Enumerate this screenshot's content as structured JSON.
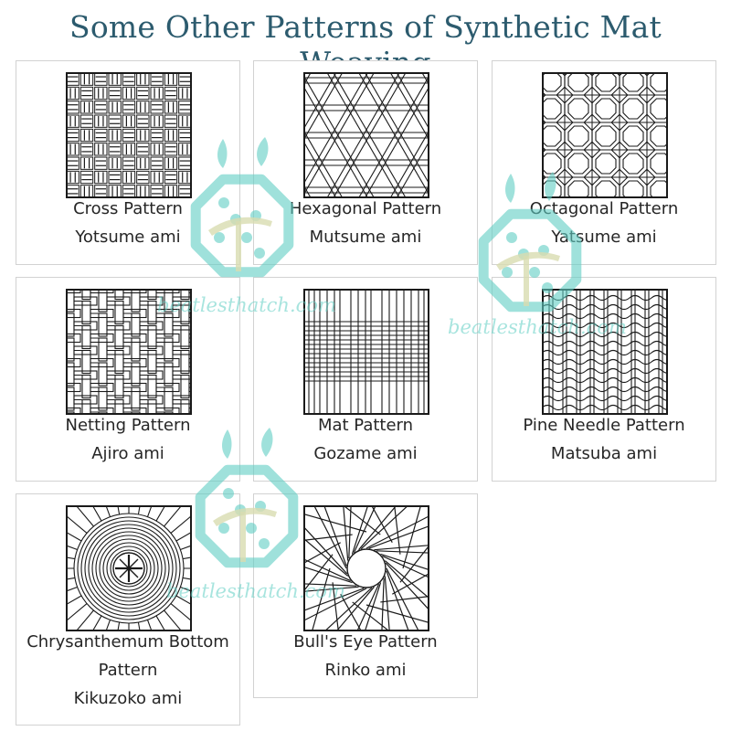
{
  "title": "Some Other Patterns of Synthetic Mat Weaving",
  "patterns": [
    {
      "name": "Cross Pattern",
      "japanese": "Yotsume ami",
      "icon": "cross-weave-pattern-icon"
    },
    {
      "name": "Hexagonal Pattern",
      "japanese": "Mutsume ami",
      "icon": "hexagonal-weave-pattern-icon"
    },
    {
      "name": "Octagonal Pattern",
      "japanese": "Yatsume ami",
      "icon": "octagonal-weave-pattern-icon"
    },
    {
      "name": "Netting Pattern",
      "japanese": "Ajiro ami",
      "icon": "netting-weave-pattern-icon"
    },
    {
      "name": "Mat Pattern",
      "japanese": "Gozame ami",
      "icon": "mat-weave-pattern-icon"
    },
    {
      "name": "Pine Needle Pattern",
      "japanese": "Matsuba ami",
      "icon": "pine-needle-weave-pattern-icon"
    },
    {
      "name_line1": "Chrysanthemum Bottom",
      "name_line2": "Pattern",
      "japanese": "Kikuzoko ami",
      "icon": "chrysanthemum-bottom-weave-pattern-icon"
    },
    {
      "name": "Bull's Eye Pattern",
      "japanese": "Rinko ami",
      "icon": "bulls-eye-weave-pattern-icon"
    }
  ],
  "watermark": {
    "text": "beatlesthatch.com",
    "logo_icon": "beatles-thatch-logo-icon",
    "color": "#5fcdc3",
    "accent_color": "#d8dcb0"
  },
  "colors": {
    "title": "#2c5b6e",
    "caption": "#262626",
    "line": "#1a1a1a",
    "card_border": "#d2d2d2"
  }
}
